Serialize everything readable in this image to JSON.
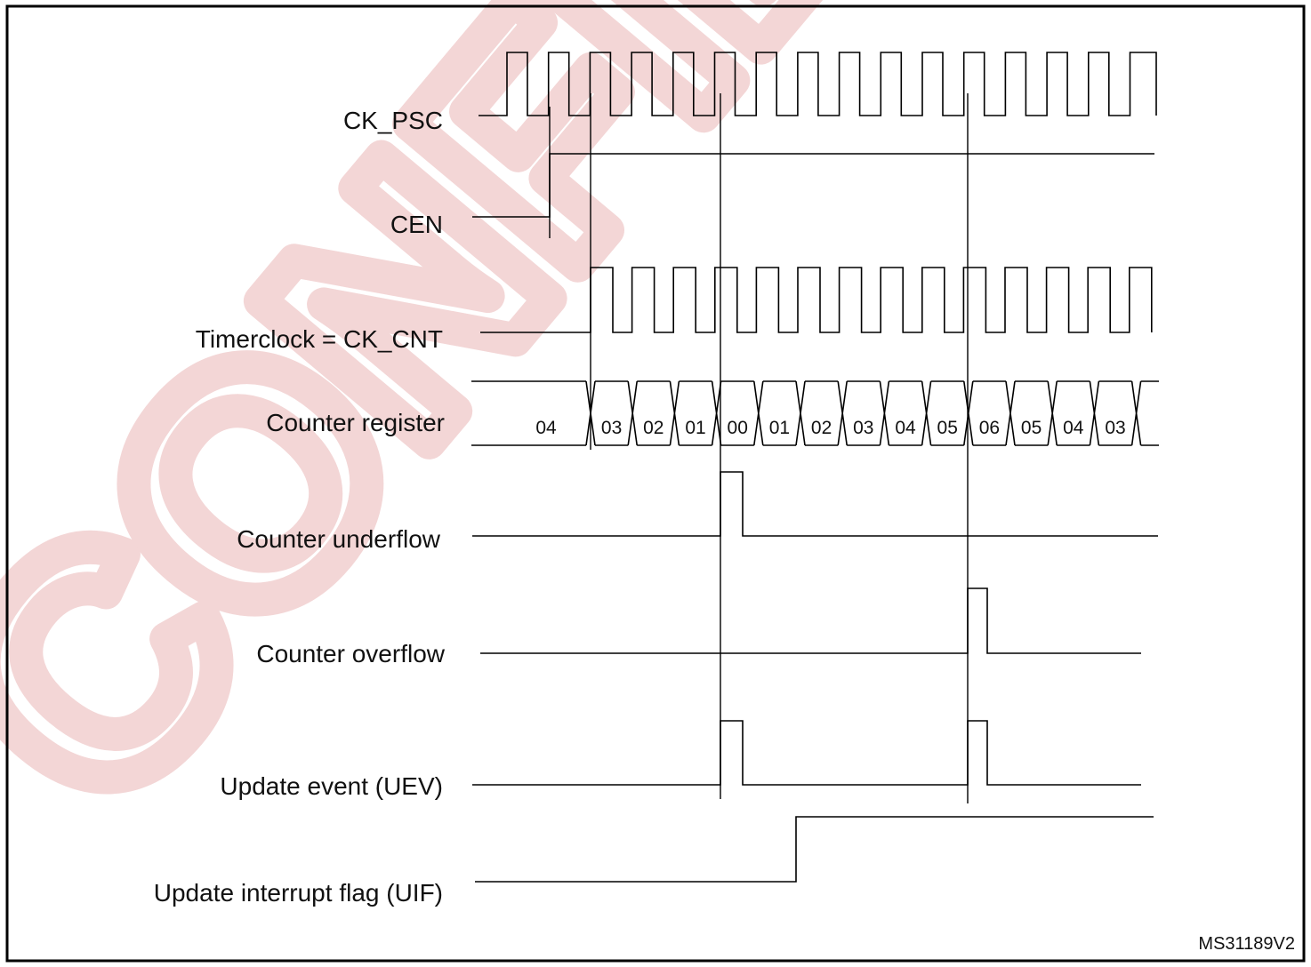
{
  "watermark": {
    "text": "CONFIDENTIAL",
    "color": "#f3d6d6"
  },
  "reference_code": "MS31189V2",
  "signals": {
    "ck_psc": {
      "label": "CK_PSC"
    },
    "cen": {
      "label": "CEN"
    },
    "ck_cnt": {
      "label": "Timerclock = CK_CNT"
    },
    "counter_register": {
      "label": "Counter register",
      "values": [
        "04",
        "03",
        "02",
        "01",
        "00",
        "01",
        "02",
        "03",
        "04",
        "05",
        "06",
        "05",
        "04",
        "03"
      ]
    },
    "underflow": {
      "label": "Counter underflow"
    },
    "overflow": {
      "label": "Counter overflow"
    },
    "uev": {
      "label": "Update event (UEV)"
    },
    "uif": {
      "label": "Update interrupt flag (UIF)"
    }
  },
  "colors": {
    "line": "#000000",
    "background": "#ffffff"
  }
}
